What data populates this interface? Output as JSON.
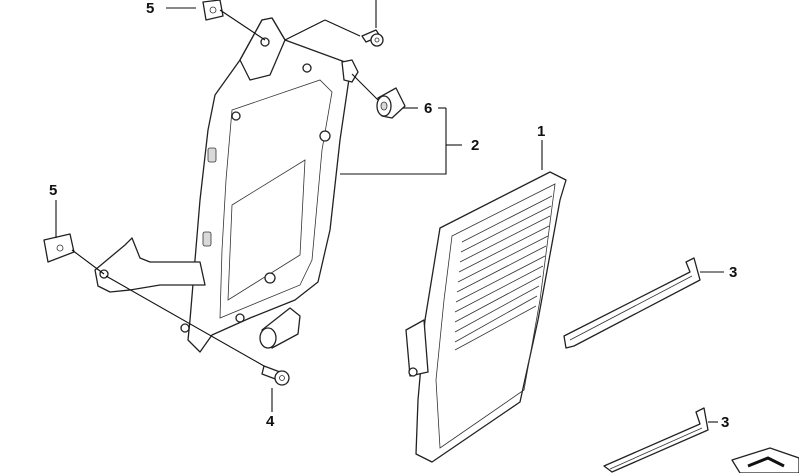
{
  "callouts": {
    "c1": "1",
    "c2": "2",
    "c3a": "3",
    "c3b": "3",
    "c4": "4",
    "c5a": "5",
    "c5b": "5",
    "c6": "6"
  },
  "colors": {
    "line": "#111111",
    "background": "#ffffff",
    "shade": "#d9d9d9"
  }
}
